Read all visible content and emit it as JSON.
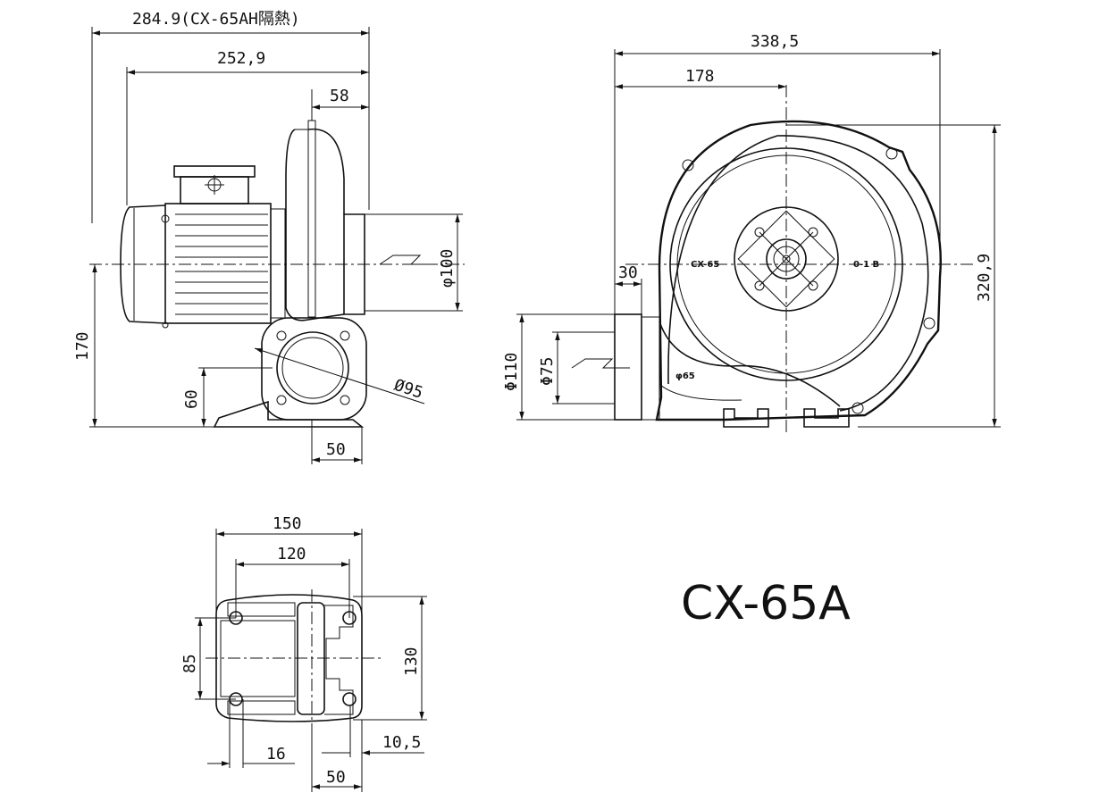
{
  "model": "CX-65A",
  "side_view": {
    "dims": {
      "total_insulated": "284.9(CX-65AH隔熱)",
      "total": "252,9",
      "outlet_depth": "58",
      "outlet_dia": "φ100",
      "height_to_axis": "170",
      "inlet_height": "60",
      "inlet_dia": "Ø95",
      "base_width": "50"
    }
  },
  "front_view": {
    "labels": {
      "model_mark": "CX-65",
      "code_mark": "0-1 B",
      "inner_dia_mark": "φ65"
    },
    "dims": {
      "total_width": "338,5",
      "axis_offset": "178",
      "total_height": "320,9",
      "flange_depth": "30",
      "flange_outer_dia": "Φ110",
      "flange_inner_dia": "Φ75"
    }
  },
  "base_view": {
    "dims": {
      "width": "150",
      "hole_pitch_x": "120",
      "hole_pitch_y": "85",
      "depth": "130",
      "hole_offset": "16",
      "edge_offset": "10,5",
      "bottom_width": "50"
    }
  }
}
